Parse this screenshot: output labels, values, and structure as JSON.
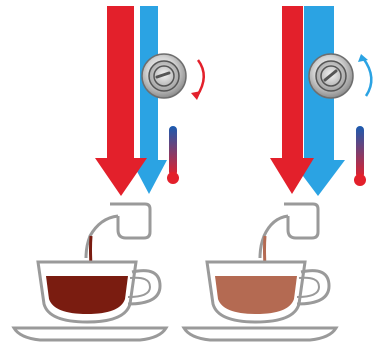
{
  "panels": [
    {
      "id": "left",
      "hot_color": "#e3202b",
      "cold_color": "#2ba3e3",
      "rotation": "clockwise",
      "rotation_arrow_color": "#e3202b",
      "thermometer_level": "hot",
      "coffee_color": "#7a1c10",
      "coffee_strength": "strong"
    },
    {
      "id": "right",
      "hot_color": "#e3202b",
      "cold_color": "#2ba3e3",
      "rotation": "counterclockwise",
      "rotation_arrow_color": "#2ba3e3",
      "thermometer_level": "cool",
      "coffee_color": "#b46a52",
      "coffee_strength": "mild"
    }
  ],
  "icons": [
    "knob-icon",
    "rotation-arrow-icon",
    "thermometer-icon",
    "spout-icon",
    "cup-icon",
    "saucer-icon"
  ]
}
